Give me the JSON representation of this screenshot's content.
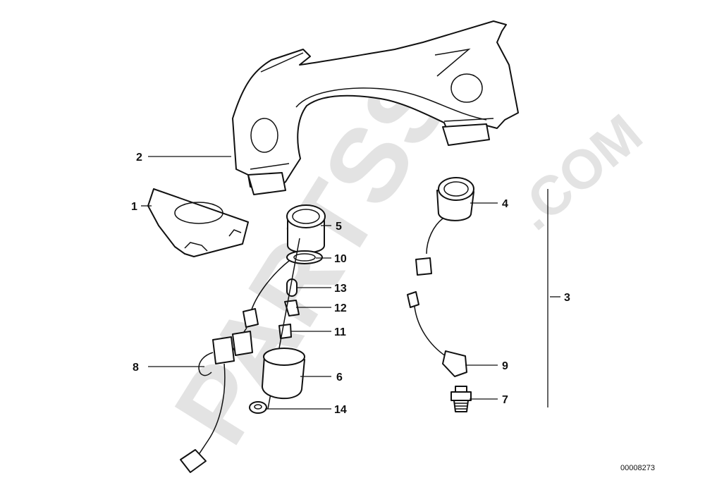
{
  "watermark": {
    "brand": "PARTSS",
    "domain": ".COM"
  },
  "diagram_id": "00008273",
  "callouts": {
    "c1": "1",
    "c2": "2",
    "c3": "3",
    "c4": "4",
    "c5": "5",
    "c6": "6",
    "c7": "7",
    "c8": "8",
    "c9": "9",
    "c10": "10",
    "c11": "11",
    "c12": "12",
    "c13": "13",
    "c14": "14"
  },
  "colors": {
    "line": "#111111",
    "watermark": "#e3e3e3",
    "background": "#ffffff"
  }
}
